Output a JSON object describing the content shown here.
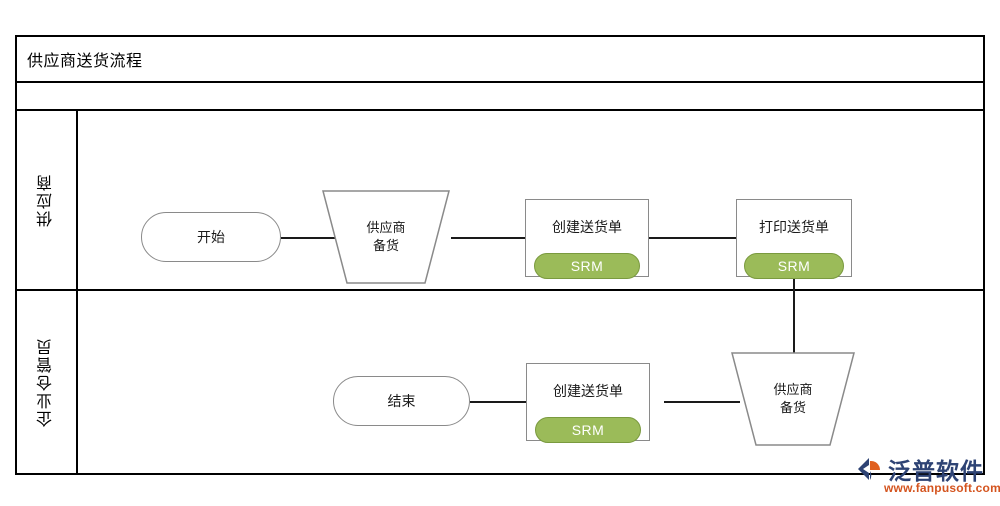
{
  "diagram": {
    "title": "供应商送货流程",
    "type": "swimlane-flowchart",
    "lanes": [
      {
        "id": "supplier",
        "label": "供应商",
        "nodes": [
          {
            "id": "start",
            "shape": "pill",
            "label": "开始"
          },
          {
            "id": "supplier-prepare-1",
            "shape": "trapezoid",
            "label_line1": "供应商",
            "label_line2": "备货"
          },
          {
            "id": "create-delivery-note-1",
            "shape": "task",
            "label": "创建送货单",
            "badge": "SRM"
          },
          {
            "id": "print-delivery-note",
            "shape": "task",
            "label": "打印送货单",
            "badge": "SRM"
          }
        ]
      },
      {
        "id": "warehouse",
        "label": "企业仓管员",
        "nodes": [
          {
            "id": "end",
            "shape": "pill",
            "label": "结束"
          },
          {
            "id": "create-delivery-note-2",
            "shape": "task",
            "label": "创建送货单",
            "badge": "SRM"
          },
          {
            "id": "supplier-prepare-2",
            "shape": "trapezoid",
            "label_line1": "供应商",
            "label_line2": "备货"
          }
        ]
      }
    ],
    "connections": [
      {
        "from": "start",
        "to": "supplier-prepare-1",
        "orientation": "horizontal"
      },
      {
        "from": "supplier-prepare-1",
        "to": "create-delivery-note-1",
        "orientation": "horizontal"
      },
      {
        "from": "create-delivery-note-1",
        "to": "print-delivery-note",
        "orientation": "horizontal"
      },
      {
        "from": "print-delivery-note",
        "to": "supplier-prepare-2",
        "orientation": "vertical"
      },
      {
        "from": "supplier-prepare-2",
        "to": "create-delivery-note-2",
        "orientation": "horizontal"
      },
      {
        "from": "create-delivery-note-2",
        "to": "end",
        "orientation": "horizontal"
      }
    ]
  },
  "colors": {
    "badge_fill": "#9bbb59",
    "badge_border": "#7a9a3f",
    "badge_text": "#ffffff",
    "shape_border": "#8a8a8a",
    "frame_border": "#000000",
    "connector": "#1a1a1a",
    "logo_brand": "#2e4374",
    "logo_url": "#d4541f",
    "logo_accent": "#e0601f"
  },
  "watermark": {
    "brand": "泛普软件",
    "url": "www.fanpusoft.com"
  }
}
